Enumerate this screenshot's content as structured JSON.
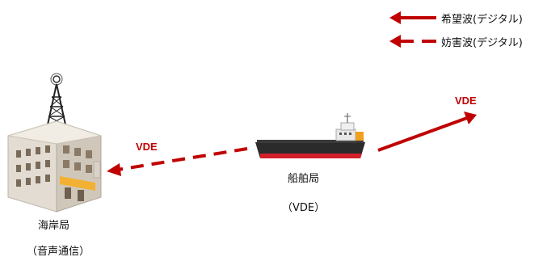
{
  "legend": {
    "desired_label": "希望波(デジタル)",
    "interference_label": "妨害波(デジタル)",
    "arrow_color": "#c00000"
  },
  "coast_station": {
    "name": "海岸局",
    "type": "（音声通信）",
    "signal_label": "VDE"
  },
  "ship_station": {
    "name": "船舶局",
    "type": "（VDE）",
    "signal_label": "VDE"
  }
}
